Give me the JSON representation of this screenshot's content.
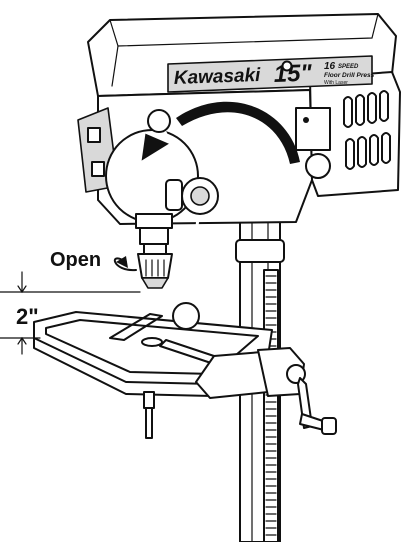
{
  "brand": {
    "name": "Kawasaki",
    "size": "15\"",
    "speed_number": "16",
    "speed_word": "SPEED",
    "product_line1": "Floor Drill Press",
    "product_line2": "With Laser"
  },
  "callouts": {
    "open_label": "Open",
    "distance_label": "2\""
  },
  "colors": {
    "line": "#111111",
    "fill": "#ffffff",
    "shade": "#d9d9d9"
  }
}
